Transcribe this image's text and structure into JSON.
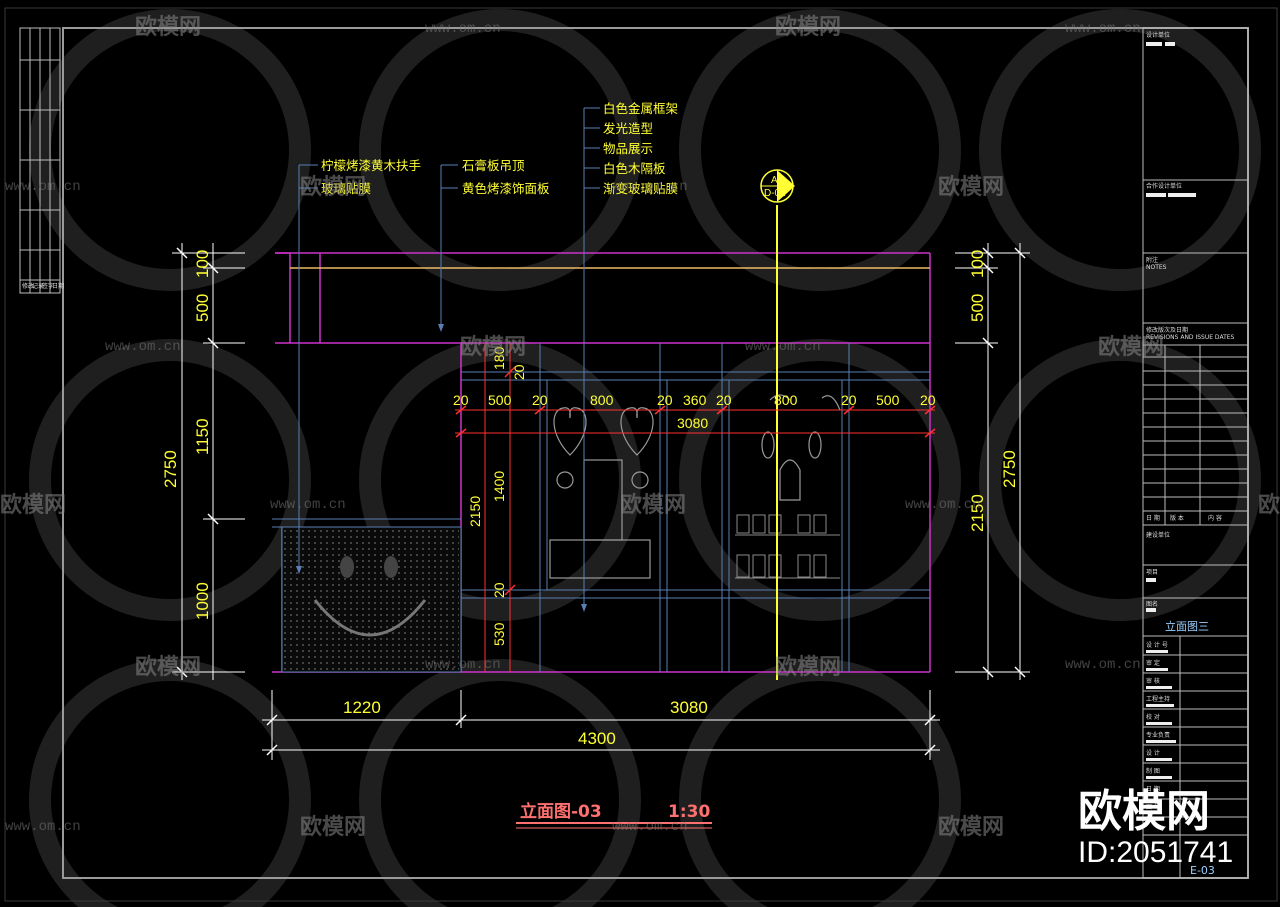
{
  "drawing": {
    "title": "立面图-03",
    "scale": "1:30",
    "callout": {
      "letter": "A",
      "ref": "D-01"
    }
  },
  "notes": {
    "left": [
      "柠檬烤漆黄木扶手",
      "玻璃贴膜"
    ],
    "middle": [
      "石膏板吊顶",
      "黄色烤漆饰面板"
    ],
    "right": [
      "白色金属框架",
      "发光造型",
      "物品展示",
      "白色木隔板",
      "渐变玻璃贴膜"
    ]
  },
  "dims": {
    "left_v": {
      "d100": "100",
      "d500": "500",
      "d1150": "1150",
      "d2750": "2750",
      "d1000": "1000"
    },
    "right_v": {
      "d100": "100",
      "d500": "500",
      "d2150": "2150",
      "d2750": "2750"
    },
    "inner_v": {
      "d180": "180",
      "d20a": "20",
      "d2150": "2150",
      "d1400": "1400",
      "d20b": "20",
      "d530": "530"
    },
    "top_row": [
      "20",
      "500",
      "20",
      "800",
      "20",
      "360",
      "20",
      "800",
      "20",
      "500",
      "20"
    ],
    "top_total": "3080",
    "bottom": {
      "left": "1220",
      "right": "3080",
      "total": "4300"
    }
  },
  "title_block": {
    "design_unit": "设计单位",
    "cooperate": "合作设计单位",
    "notes_cn": "附注",
    "notes_en": "NOTES",
    "revisions": "修改版次及日期",
    "revisions_en": "REVISIONS AND ISSUE DATES",
    "rev_date": "日 期",
    "rev_ver": "版 本",
    "rev_content": "内 容",
    "builder": "建设单位",
    "project": "项目",
    "drawing_name_label": "图名",
    "drawing_name": "立面图三",
    "roles": [
      "设 计 号",
      "审 定",
      "审 核",
      "工程主持",
      "校 对",
      "专业负责",
      "设 计",
      "制 图",
      "日 期",
      "图 号"
    ],
    "sheet_no": "E-03"
  },
  "left_strip": [
    "修改",
    "记录",
    "签字",
    "日期"
  ],
  "watermark": {
    "brand": "欧模网",
    "url": "www.om.cn",
    "id": "ID:2051741"
  },
  "colors": {
    "structure": "#cc33cc",
    "dimension": "#ffff33",
    "frame": "#5a7fb5",
    "title": "#ff7070",
    "border": "#9a9a9a"
  }
}
